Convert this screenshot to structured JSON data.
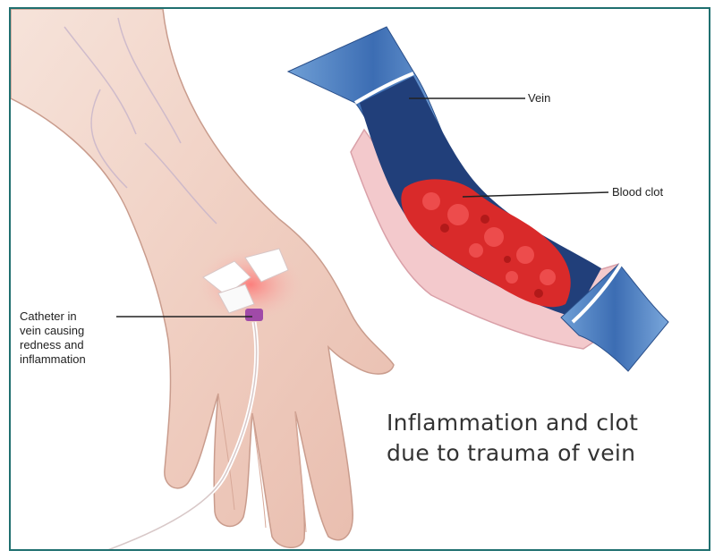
{
  "labels": {
    "vein": "Vein",
    "blood_clot": "Blood clot",
    "catheter": [
      "Catheter in",
      "vein causing",
      "redness and",
      "inflammation"
    ]
  },
  "caption": [
    "Inflammation and clot",
    "due to trauma of vein"
  ],
  "colors": {
    "border": "#1f6f6f",
    "skin": "#f1d2c6",
    "vein_blue": "#2f5fa6",
    "clot_red": "#d92a2a"
  }
}
